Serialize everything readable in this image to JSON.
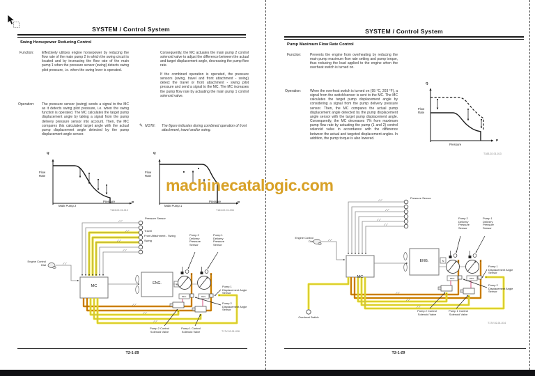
{
  "watermark": "machinecatalogic.com",
  "left_page": {
    "header": "SYSTEM / Control System",
    "title": "Swing Horsepower Reducing Control",
    "function_label": "Function:",
    "function_text": "Effectively utilizes engine horsepower by reducing the flow rate of the main pump 2 in which the swing circuit is located and by increasing the flow rate of the main pump 1 when the pressure sensor (swing) detects swing pilot pressure, i.e. when the swing lever is operated.",
    "operation_label": "Operation:",
    "operation_text": "The pressure sensor (swing) sends a signal to the MC as it detects swing pilot pressure, i.e. when the swing function is operated. The MC calculates the target pump displacement angle by taking a signal from the pump delivery pressure sensor into account. Then, the MC compares this calculated target angle with the actual pump displacement angle detected by the pump displacement angle sensor.",
    "col2_para1": "Consequently, the MC actuates the main pump 2 control solenoid valve to adjust the difference between the actual and target displacement angle, decreasing the pump flow rate.",
    "col2_para2": "If the combined operation is operated, the pressure sensors (swing, travel and front attachment - swing) detect the travel or front attachment - swing pilot pressure and send a signal to the MC. The MC increases the pump flow rate by actuating the main pump 1 control solenoid valve.",
    "note_label": "NOTE:",
    "note_text": "The figure indicates during combined operation of front attachment, travel and/or swing.",
    "chart1": {
      "q": "Q",
      "p": "P",
      "flow": "Flow Rate",
      "pressure": "Pressure",
      "caption": "Main Pump 2",
      "code": "T183-02-01-010"
    },
    "chart2": {
      "q": "Q",
      "p": "P",
      "flow": "Flow Rate",
      "pressure": "Pressure",
      "caption": "Main Pump 1",
      "code": "T183-02-01-036"
    },
    "diagram": {
      "pressure_sensor": "Pressure Sensor",
      "travel": "Travel",
      "front_attachment": "Front Attachment - Swing",
      "swing": "Swing",
      "engine_control_dial": "Engine Control Dial",
      "mc": "MC",
      "eng": "ENG.",
      "n": "N",
      "reg": "REG.",
      "pump2_delivery": "Pump 2 Delivery Pressure Sensor",
      "pump1_delivery": "Pump 1 Delivery Pressure Sensor",
      "pump1_disp": "Pump 1 Displacement Angle Sensor",
      "pump2_disp": "Pump 2 Displacement Angle Sensor",
      "pump2_valve": "Pump 2 Control Solenoid Valve",
      "pump1_valve": "Pump 1 Control Solenoid Valve",
      "code": "T17V-02-01-026"
    },
    "page_number": "T2-1-28"
  },
  "right_page": {
    "header": "SYSTEM / Control System",
    "title": "Pump Maximum Flow Rate Control",
    "function_label": "Function:",
    "function_text": "Prevents the engine from overheating by reducing the main pump maximum flow rate setting and pump torque, thus reducing the load applied to the engine when the overheat switch is turned on.",
    "operation_label": "Operation:",
    "operation_text": "When the overheat switch is turned on (95 °C, 203 °F), a signal from the switch/sensor is sent to the MC. The MC calculates the target pump displacement angle by considering a signal from the pump delivery pressure sensor. Then, the MC compares the actual pump displacement angle detected by the pump displacement angle sensor with the target pump displacement angle. Consequently, the MC decreases 7% from maximum pump flow rate by actuating the pump (1 and 2) control solenoid valve in accordance with the difference between the actual and targeted displacement angles. In addition, the pump torque is also lowered.",
    "chart": {
      "q": "Q",
      "p": "P",
      "flow": "Flow Rate",
      "pressure": "Pressure",
      "code": "T183-02-01-013"
    },
    "diagram": {
      "pressure_sensor": "Pressure Sensor",
      "engine_control_dial": "Engine Control Dial",
      "mc": "MC",
      "eng": "ENG.",
      "n": "N",
      "reg": "REG.",
      "overheat_switch": "Overheat Switch",
      "pump2_delivery": "Pump 2 Delivery Pressure Sensor",
      "pump1_delivery": "Pump 1 Delivery Pressure Sensor",
      "pump1_disp": "Pump 1 Displacement Angle Sensor",
      "pump2_disp": "Pump 2 Displacement Angle Sensor",
      "pump2_valve": "Pump 2 Control Solenoid Valve",
      "pump1_valve": "Pump 1 Control Solenoid Valve",
      "code": "T17V-02-01-014"
    },
    "page_number": "T2-1-29"
  }
}
